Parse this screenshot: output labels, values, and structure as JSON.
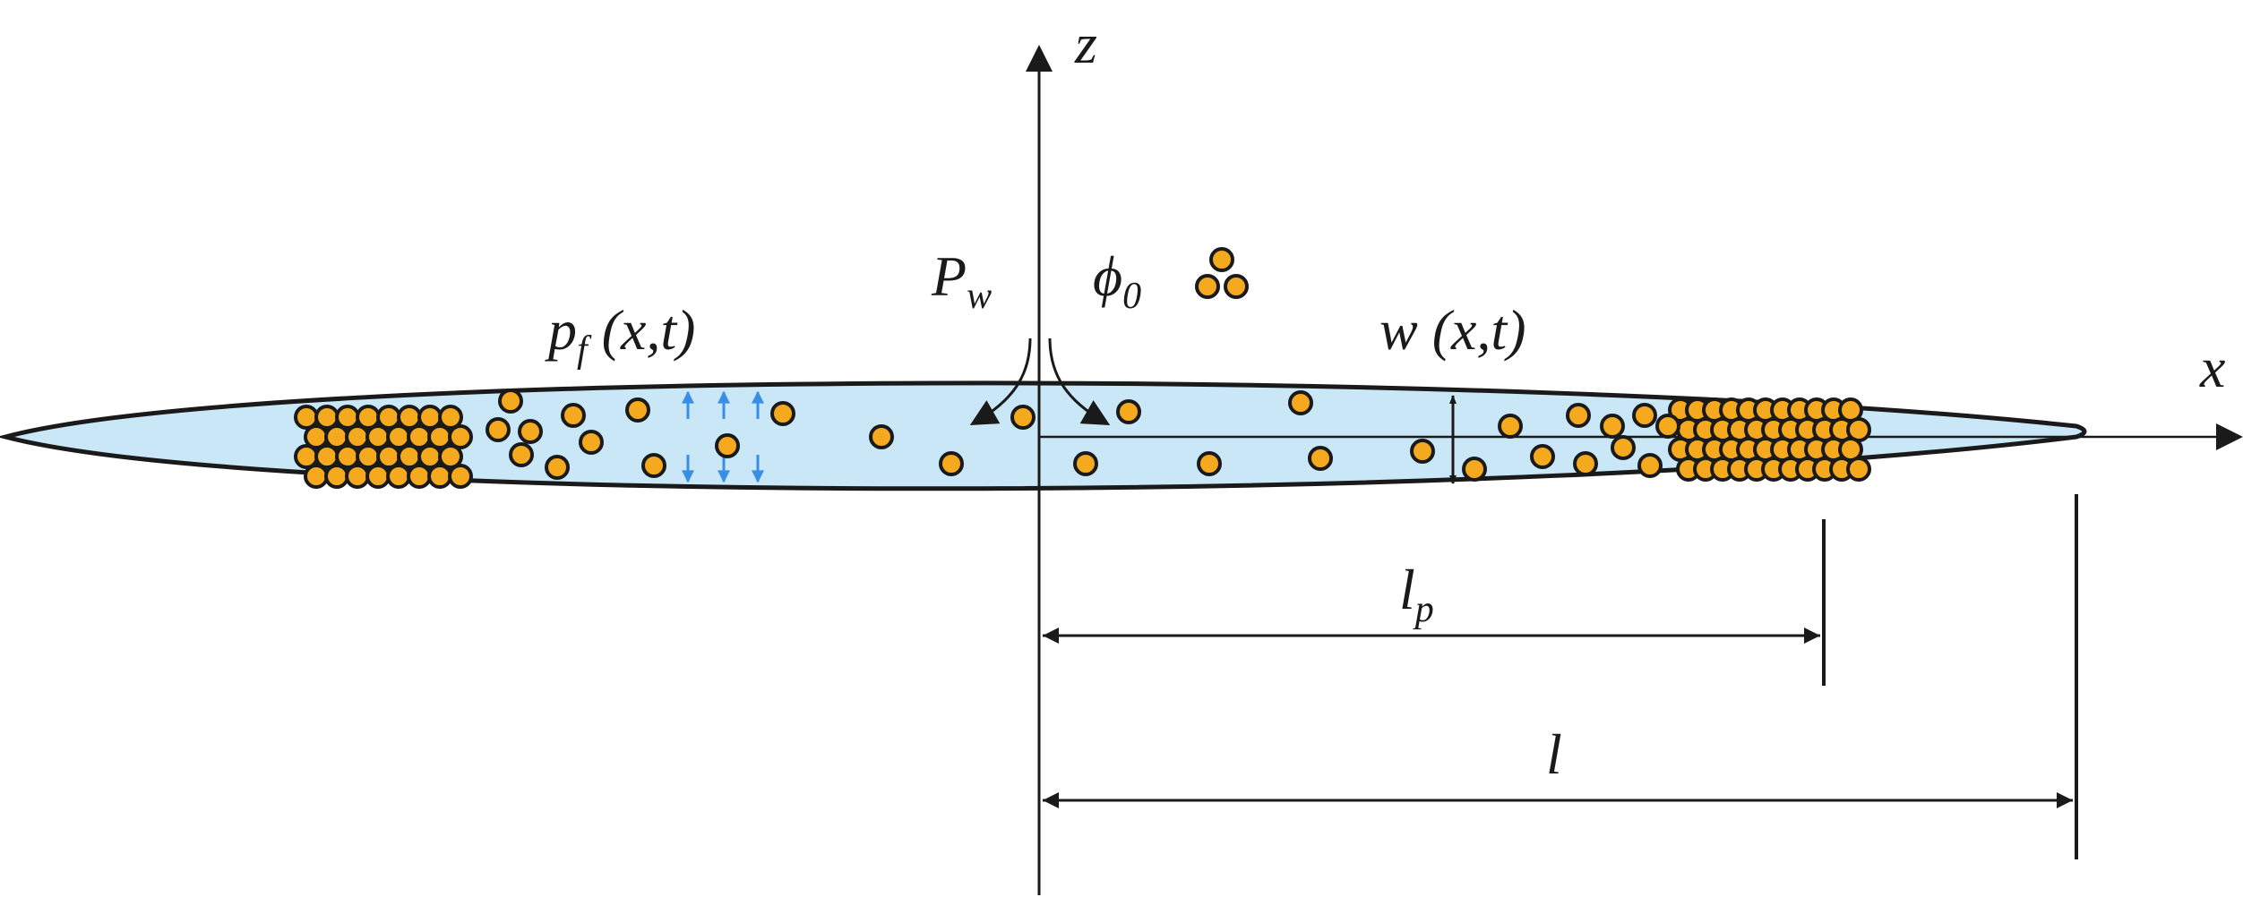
{
  "labels": {
    "axis_z": "z",
    "axis_x": "x",
    "wellbore_pressure": {
      "main": "P",
      "sub": "w"
    },
    "proppant_concentration": {
      "main": "ϕ",
      "sub": "0"
    },
    "fluid_pressure": {
      "main": "p",
      "sub": "f",
      "args": " (x,t)"
    },
    "fracture_width": {
      "main": "w",
      "args": " (x,t)"
    },
    "proppant_length": {
      "main": "l",
      "sub": "p"
    },
    "fracture_length": {
      "main": "l"
    }
  },
  "colors": {
    "fracture_fill": "#C9E7F7",
    "proppant": "#F4A91E",
    "leakoff_arrows": "#3A8EE6",
    "lines": "#1a1a1a"
  }
}
